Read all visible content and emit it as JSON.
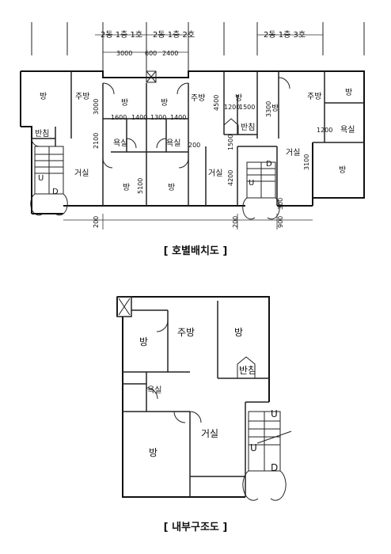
{
  "top_plan": {
    "unit_labels": [
      "2동 1층 1호",
      "2동 1층 2호",
      "2동 1층 3호"
    ],
    "dim_top": [
      "3000",
      "600",
      "2400"
    ],
    "dim_row2": [
      "1600",
      "1400",
      "1300",
      "1400"
    ],
    "dim_right": [
      "1200",
      "1500"
    ],
    "dim_v": [
      "3000",
      "2100",
      "5100",
      "4500",
      "1500",
      "4200",
      "3300",
      "3100",
      "300",
      "900"
    ],
    "dim_small": [
      "200",
      "200",
      "1200"
    ],
    "rooms": {
      "bang": "방",
      "jubang": "주방",
      "geosil": "거실",
      "yoksil": "욕실",
      "banchim": "반침"
    },
    "stair": {
      "up": "U",
      "down": "D"
    },
    "caption": "[ 호별배치도 ]"
  },
  "bottom_plan": {
    "rooms": {
      "bang": "방",
      "jubang": "주방",
      "geosil": "거실",
      "yoksil": "욕실",
      "banchim": "반침"
    },
    "stair": {
      "up": "U",
      "down": "D"
    },
    "caption": "[ 내부구조도 ]"
  }
}
